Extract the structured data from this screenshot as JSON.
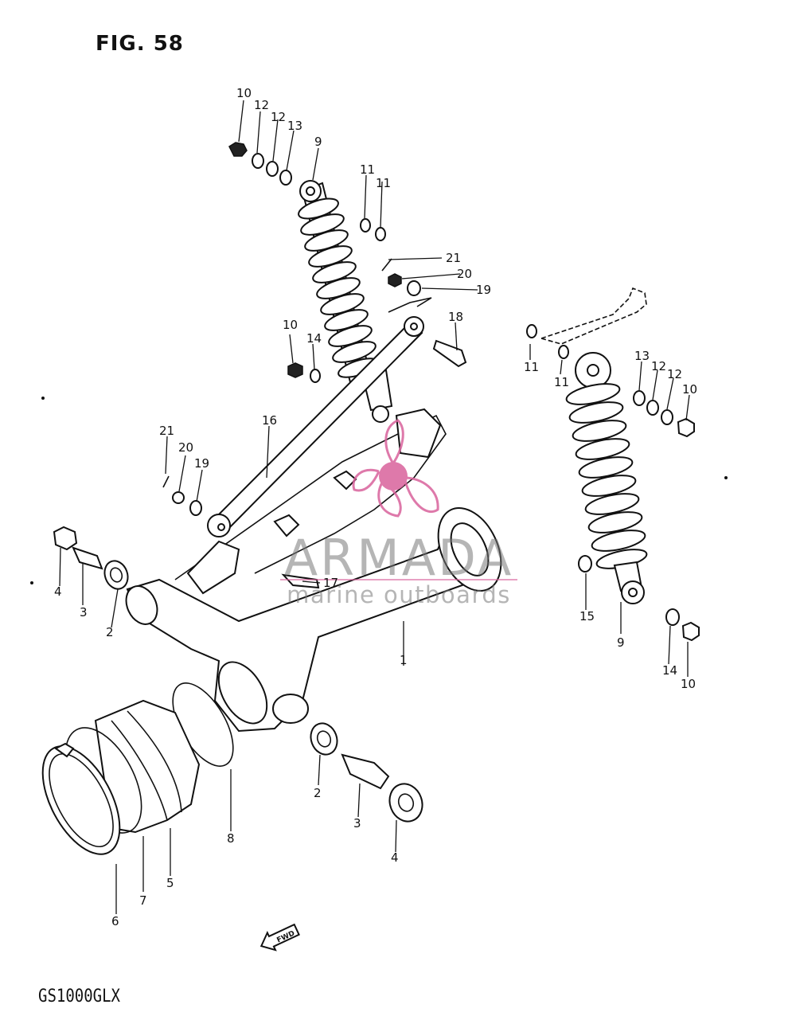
{
  "figure": {
    "title": "FIG. 58",
    "model": "GS1000GLX",
    "fwd_label": "FWD"
  },
  "watermark": {
    "name": "ARMADA",
    "tagline": "marine outboards",
    "color": "#d9629c"
  },
  "callouts": [
    {
      "id": "c10a",
      "text": "10"
    },
    {
      "id": "c12a",
      "text": "12"
    },
    {
      "id": "c12b",
      "text": "12"
    },
    {
      "id": "c13a",
      "text": "13"
    },
    {
      "id": "c9a",
      "text": "9"
    },
    {
      "id": "c11a",
      "text": "11"
    },
    {
      "id": "c11b",
      "text": "11"
    },
    {
      "id": "c21a",
      "text": "21"
    },
    {
      "id": "c20a",
      "text": "20"
    },
    {
      "id": "c19a",
      "text": "19"
    },
    {
      "id": "c18",
      "text": "18"
    },
    {
      "id": "c10b",
      "text": "10"
    },
    {
      "id": "c14a",
      "text": "14"
    },
    {
      "id": "c16",
      "text": "16"
    },
    {
      "id": "c21b",
      "text": "21"
    },
    {
      "id": "c20b",
      "text": "20"
    },
    {
      "id": "c19b",
      "text": "19"
    },
    {
      "id": "c11c",
      "text": "11"
    },
    {
      "id": "c11d",
      "text": "11"
    },
    {
      "id": "c13b",
      "text": "13"
    },
    {
      "id": "c12c",
      "text": "12"
    },
    {
      "id": "c12d",
      "text": "12"
    },
    {
      "id": "c10c",
      "text": "10"
    },
    {
      "id": "c4a",
      "text": "4"
    },
    {
      "id": "c3a",
      "text": "3"
    },
    {
      "id": "c2a",
      "text": "2"
    },
    {
      "id": "c17",
      "text": "17"
    },
    {
      "id": "c1",
      "text": "1"
    },
    {
      "id": "c15",
      "text": "15"
    },
    {
      "id": "c9b",
      "text": "9"
    },
    {
      "id": "c14b",
      "text": "14"
    },
    {
      "id": "c10d",
      "text": "10"
    },
    {
      "id": "c8",
      "text": "8"
    },
    {
      "id": "c2b",
      "text": "2"
    },
    {
      "id": "c3b",
      "text": "3"
    },
    {
      "id": "c4b",
      "text": "4"
    },
    {
      "id": "c5",
      "text": "5"
    },
    {
      "id": "c7",
      "text": "7"
    },
    {
      "id": "c6",
      "text": "6"
    }
  ]
}
